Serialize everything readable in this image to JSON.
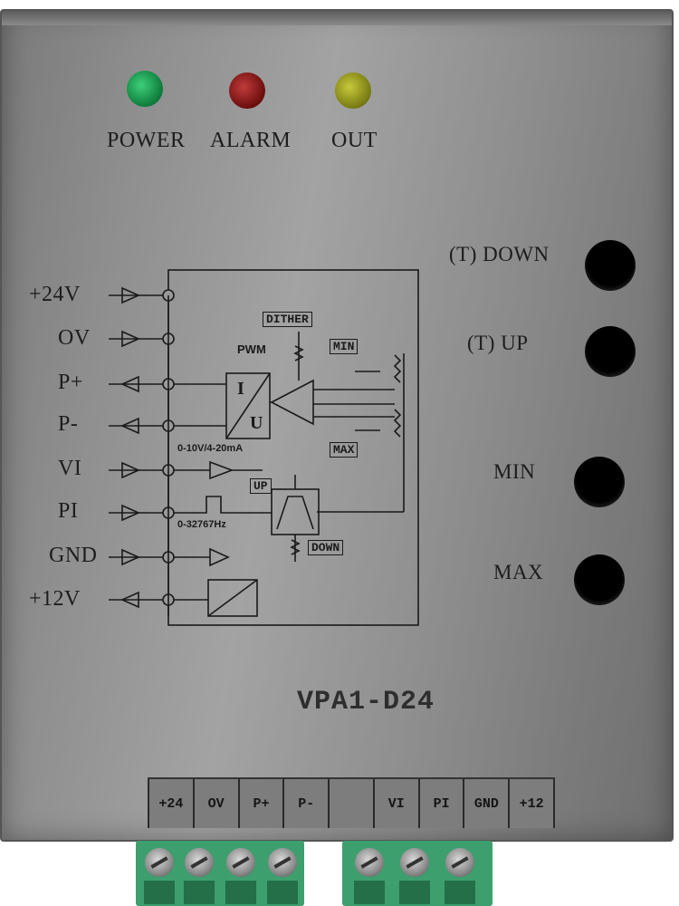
{
  "leds": [
    {
      "label": "POWER",
      "color": "#1f9e55"
    },
    {
      "label": "ALARM",
      "color": "#8e1b1b"
    },
    {
      "label": "OUT",
      "color": "#9da222"
    }
  ],
  "adjusters": [
    {
      "label": "(T) DOWN"
    },
    {
      "label": "(T) UP"
    },
    {
      "label": "MIN"
    },
    {
      "label": "MAX"
    }
  ],
  "pins": [
    "+24V",
    "OV",
    "P+",
    "P-",
    "VI",
    "PI",
    "GND",
    "+12V"
  ],
  "schematic": {
    "dither": "DITHER",
    "pwm": "PWM",
    "min": "MIN",
    "max": "MAX",
    "iu_top": "I",
    "iu_bottom": "U",
    "range_analog": "0-10V/4-20mA",
    "up": "UP",
    "range_freq": "0-32767Hz",
    "down": "DOWN"
  },
  "model": "VPA1-D24",
  "terminal_labels": [
    "+24",
    "OV",
    "P+",
    "P-",
    "",
    "VI",
    "PI",
    "GND",
    "+12"
  ]
}
